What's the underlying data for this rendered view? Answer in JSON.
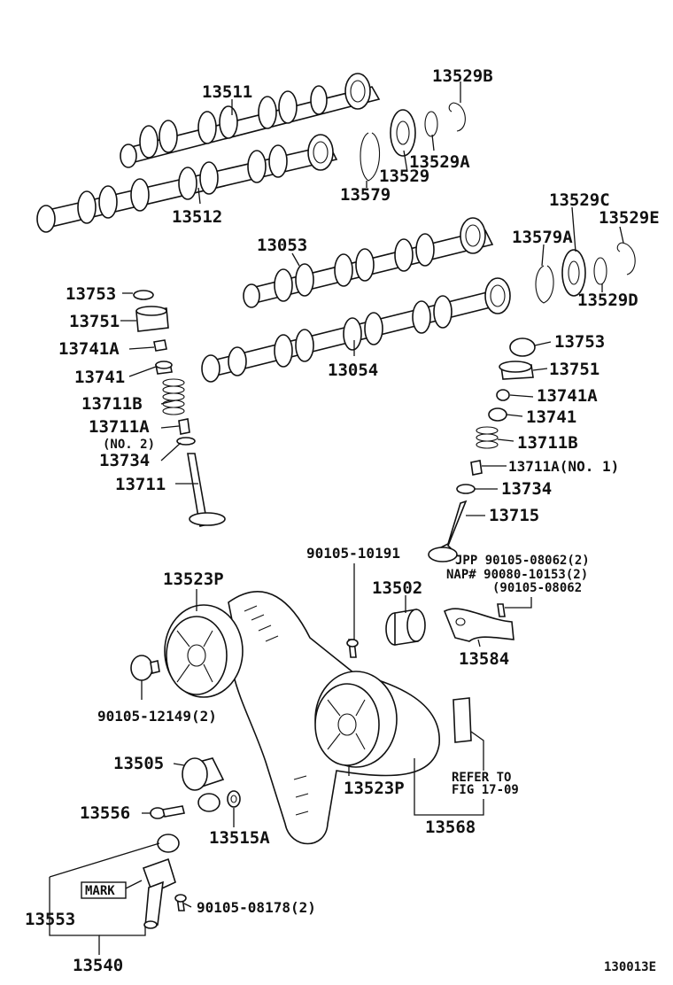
{
  "diagram_id": "130013E",
  "labels": {
    "l13511": "13511",
    "l13529B": "13529B",
    "l13529": "13529",
    "l13529A": "13529A",
    "l13579": "13579",
    "l13512": "13512",
    "l13529C": "13529C",
    "l13529E": "13529E",
    "l13053": "13053",
    "l13579A": "13579A",
    "l13529D": "13529D",
    "l13054": "13054",
    "lLeft13753": "13753",
    "lLeft13751": "13751",
    "lLeft13741A": "13741A",
    "lLeft13741": "13741",
    "lLeft13711B": "13711B",
    "lLeft13711A": "13711A",
    "lLeftNo2": "(NO. 2)",
    "lLeft13734": "13734",
    "l13711": "13711",
    "lRight13753": "13753",
    "lRight13751": "13751",
    "lRight13741A": "13741A",
    "lRight13741": "13741",
    "lRight13711B": "13711B",
    "lRight13711A": "13711A(NO. 1)",
    "lRight13734": "13734",
    "l13715": "13715",
    "l90105_10191": "90105-10191",
    "l13523P_top": "13523P",
    "l13502": "13502",
    "lJpp": "JPP 90105-08062(2)",
    "lNap": "NAP# 90080-10153(2)",
    "lAlt": "(90105-08062",
    "l13584": "13584",
    "l90105_12149": "90105-12149(2)",
    "l13505": "13505",
    "l13556": "13556",
    "l13515A": "13515A",
    "l13523P_bottom": "13523P",
    "lRefer1": "REFER TO",
    "lRefer2": "FIG 17-09",
    "l13568": "13568",
    "lMark": "MARK",
    "l90105_08178": "90105-08178(2)",
    "l13553": "13553",
    "l13540": "13540"
  }
}
